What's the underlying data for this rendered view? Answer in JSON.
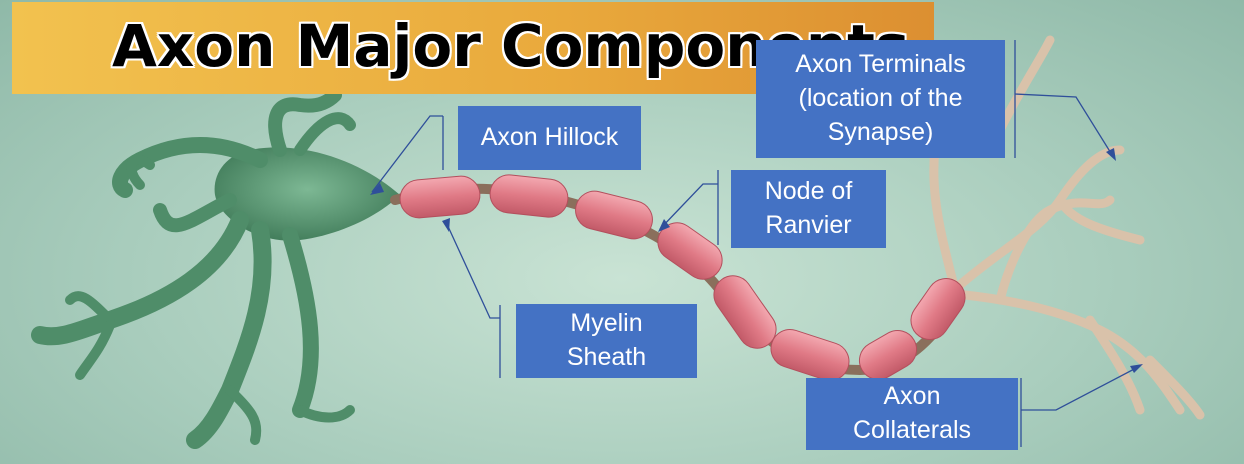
{
  "title": "Axon Major Components",
  "labels": {
    "axon_hillock": "Axon Hillock",
    "node_of_ranvier": [
      "Node of",
      "Ranvier"
    ],
    "myelin_sheath": [
      "Myelin",
      "Sheath"
    ],
    "axon_terminals": [
      "Axon Terminals",
      "(location of the",
      "Synapse)"
    ],
    "axon_collaterals": [
      "Axon",
      "Collaterals"
    ]
  },
  "colors": {
    "label_fill": "#4472c4",
    "banner": "#e9a93c",
    "myelin": "#e07a86",
    "neuron_body": "#5f9c78",
    "axon_branch": "#d9c2aa",
    "arrow": "#2f4f9a"
  }
}
